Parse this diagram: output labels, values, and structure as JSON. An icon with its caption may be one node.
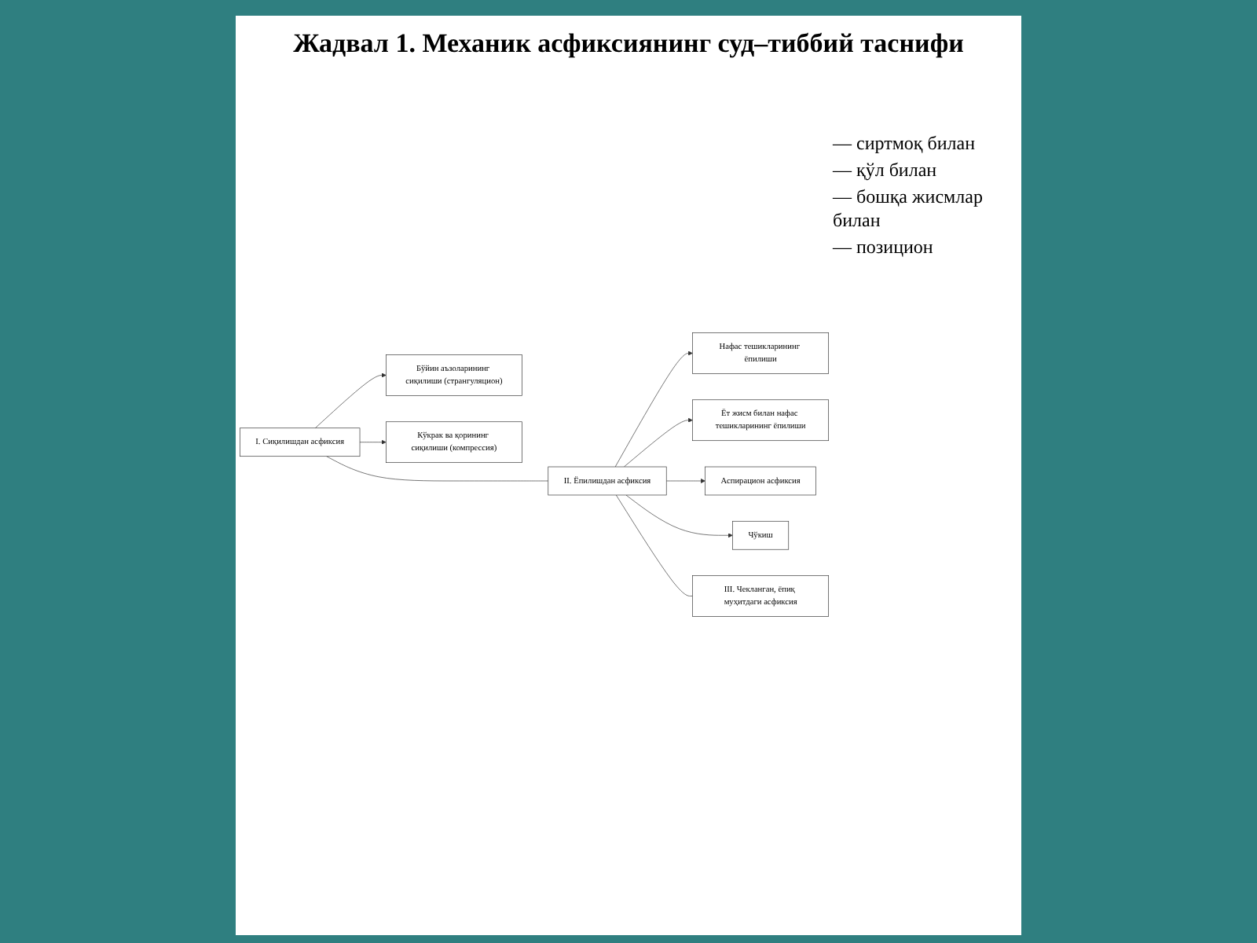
{
  "diagram": {
    "title": "Жадвал 1. Механик асфиксиянинг суд–тиббий таснифи",
    "nodes": [
      {
        "text": [
          "I. Сиқилишдан асфиксия"
        ]
      },
      {
        "text": [
          "Бўйин аъзоларининг сиқилиши (странгуляцион)"
        ]
      },
      {
        "text": [
          "Кўкрак ва қорининг сиқилиши (компрессия)"
        ]
      },
      {
        "text": [
          "II. Ёпилишдан асфиксия"
        ]
      },
      {
        "text": [
          "Нафас тешикларининг ёпилиши"
        ]
      },
      {
        "text": [
          "Ёт жисм билан нафас тешикларининг ёпилиши"
        ]
      },
      {
        "text": [
          "Аспирацион асфиксия"
        ]
      },
      {
        "text": [
          "Чўкиш"
        ]
      },
      {
        "text": [
          "III. Чекланган, ёпиқ муҳитдаги асфиксия"
        ]
      }
    ],
    "edges": [
      {
        "from": 0,
        "to": 1,
        "arrow": "to"
      },
      {
        "from": 0,
        "to": 2,
        "arrow": "to"
      },
      {
        "from": 0,
        "to": 3,
        "arrow": "none"
      },
      {
        "from": 3,
        "to": 4,
        "arrow": "to"
      },
      {
        "from": 3,
        "to": 5,
        "arrow": "to"
      },
      {
        "from": 3,
        "to": 6,
        "arrow": "to"
      },
      {
        "from": 3,
        "to": 7,
        "arrow": "to"
      },
      {
        "from": 3,
        "to": 8,
        "arrow": "none"
      }
    ],
    "labels": [
      "— сиртмоқ билан",
      "— қўл билан",
      "— бошқа жисмлар билан",
      "— позицион"
    ]
  }
}
